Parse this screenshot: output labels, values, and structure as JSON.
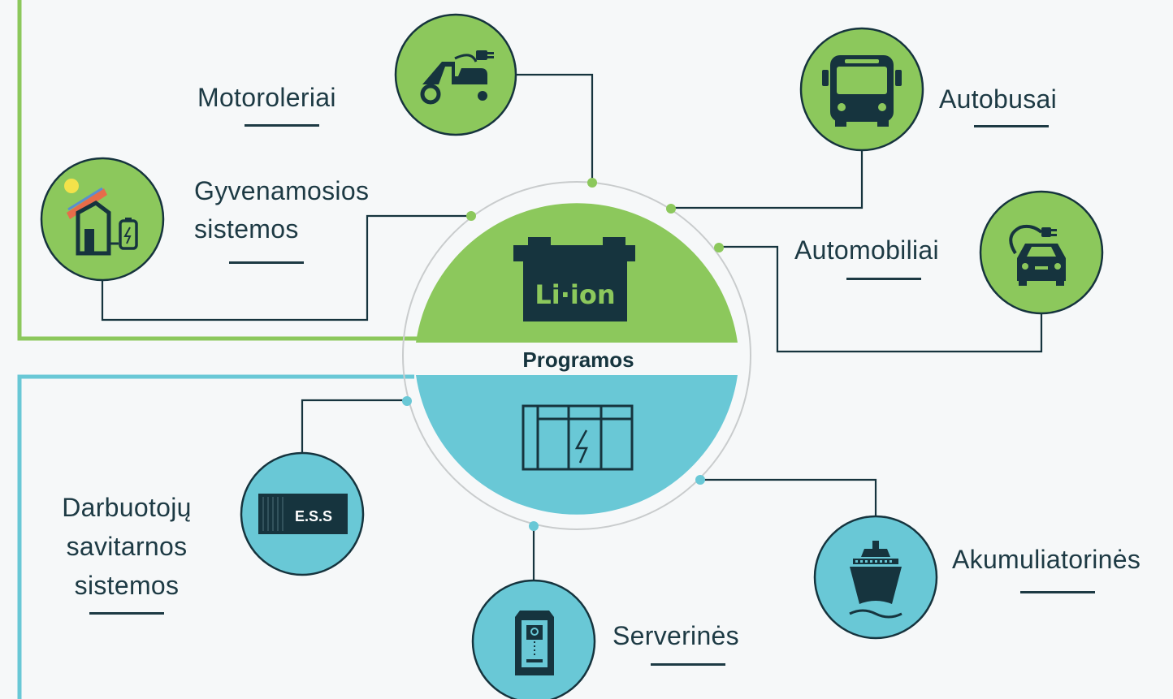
{
  "center": {
    "title": "Programos",
    "battery_label": "Li·ion"
  },
  "colors": {
    "green": "#8cc85c",
    "blue": "#69c8d6",
    "dark": "#16343e",
    "ring": "#c9cccd",
    "background": "#f6f8f9"
  },
  "applications": {
    "motoroleriai": {
      "label": "Motoroleriai",
      "icon": "scooter-icon"
    },
    "gyvenamosios": {
      "line1": "Gyvenamosios",
      "line2": "sistemos",
      "icon": "solar-house-icon"
    },
    "autobusai": {
      "label": "Autobusai",
      "icon": "bus-icon"
    },
    "automobiliai": {
      "label": "Automobiliai",
      "icon": "electric-car-icon"
    },
    "darbuotoju": {
      "line1": "Darbuotojų",
      "line2": "savitarnos",
      "line3": "sistemos",
      "icon": "ess-container-icon",
      "badge": "E.S.S"
    },
    "serverines": {
      "label": "Serverinės",
      "icon": "server-icon"
    },
    "akumuliatorines": {
      "label": "Akumuliatorinės",
      "icon": "ship-icon"
    }
  }
}
